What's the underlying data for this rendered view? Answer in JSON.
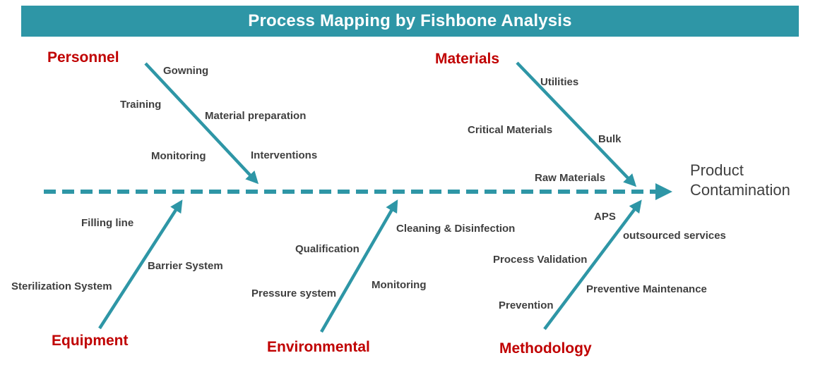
{
  "title": "Process Mapping by Fishbone Analysis",
  "effect": {
    "line1": "Product",
    "line2": "Contamination"
  },
  "colors": {
    "teal": "#2E96A6",
    "red": "#C00000",
    "text": "#3F3F3F",
    "header-text": "#FFFFFF",
    "bg": "#FFFFFF"
  },
  "categories": [
    {
      "label": "Personnel",
      "items": [
        "Gowning",
        "Training",
        "Material preparation",
        "Monitoring",
        "Interventions"
      ]
    },
    {
      "label": "Materials",
      "items": [
        "Utilities",
        "Critical Materials",
        "Bulk",
        "Raw Materials"
      ]
    },
    {
      "label": "Equipment",
      "items": [
        "Filling line",
        "Barrier System",
        "Sterilization System"
      ]
    },
    {
      "label": "Environmental",
      "items": [
        "Qualification",
        "Cleaning & Disinfection",
        "Pressure system",
        "Monitoring"
      ]
    },
    {
      "label": "Methodology",
      "items": [
        "APS",
        "outsourced services",
        "Process Validation",
        "Preventive Maintenance",
        "Prevention"
      ]
    }
  ]
}
